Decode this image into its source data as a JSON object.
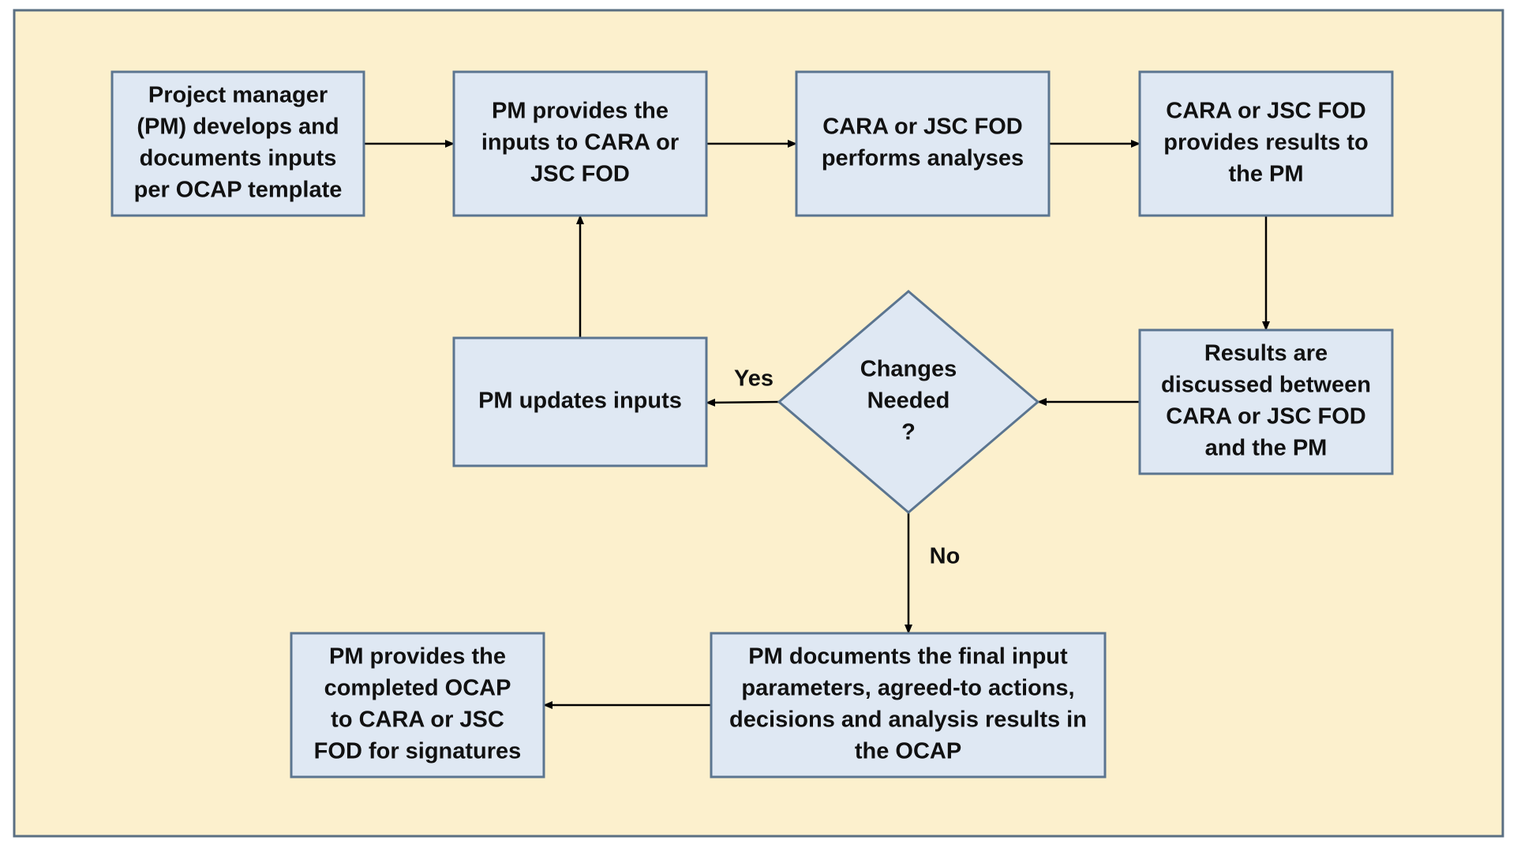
{
  "colors": {
    "frame_fill": "#fcf0cd",
    "frame_stroke": "#5a6f82",
    "node_fill": "#dfe8f3",
    "node_stroke": "#5b7590",
    "arrow": "#000000",
    "text": "#111111"
  },
  "nodes": [
    {
      "id": "pm-develops",
      "shape": "rect",
      "lines": [
        "Project manager",
        "(PM) develops and",
        "documents inputs",
        "per OCAP template"
      ]
    },
    {
      "id": "pm-provides-inputs",
      "shape": "rect",
      "lines": [
        "PM provides the",
        "inputs to CARA or",
        "JSC FOD"
      ]
    },
    {
      "id": "cara-performs",
      "shape": "rect",
      "lines": [
        "CARA or JSC FOD",
        "performs analyses"
      ]
    },
    {
      "id": "cara-provides-results",
      "shape": "rect",
      "lines": [
        "CARA or JSC FOD",
        "provides results to",
        "the PM"
      ]
    },
    {
      "id": "results-discussed",
      "shape": "rect",
      "lines": [
        "Results are",
        "discussed between",
        "CARA or JSC FOD",
        "and the PM"
      ]
    },
    {
      "id": "changes-needed",
      "shape": "diamond",
      "lines": [
        "Changes",
        "Needed",
        "?"
      ]
    },
    {
      "id": "pm-updates",
      "shape": "rect",
      "lines": [
        "PM updates inputs"
      ]
    },
    {
      "id": "pm-documents-final",
      "shape": "rect",
      "lines": [
        "PM documents the final input",
        "parameters, agreed-to actions,",
        "decisions and analysis results in",
        "the OCAP"
      ]
    },
    {
      "id": "pm-provides-completed",
      "shape": "rect",
      "lines": [
        "PM provides the",
        "completed OCAP",
        "to CARA or JSC",
        "FOD for signatures"
      ]
    }
  ],
  "edges": [
    {
      "from": "pm-develops",
      "to": "pm-provides-inputs",
      "label": ""
    },
    {
      "from": "pm-provides-inputs",
      "to": "cara-performs",
      "label": ""
    },
    {
      "from": "cara-performs",
      "to": "cara-provides-results",
      "label": ""
    },
    {
      "from": "cara-provides-results",
      "to": "results-discussed",
      "label": ""
    },
    {
      "from": "results-discussed",
      "to": "changes-needed",
      "label": ""
    },
    {
      "from": "changes-needed",
      "to": "pm-updates",
      "label": "Yes"
    },
    {
      "from": "pm-updates",
      "to": "pm-provides-inputs",
      "label": ""
    },
    {
      "from": "changes-needed",
      "to": "pm-documents-final",
      "label": "No"
    },
    {
      "from": "pm-documents-final",
      "to": "pm-provides-completed",
      "label": ""
    }
  ]
}
